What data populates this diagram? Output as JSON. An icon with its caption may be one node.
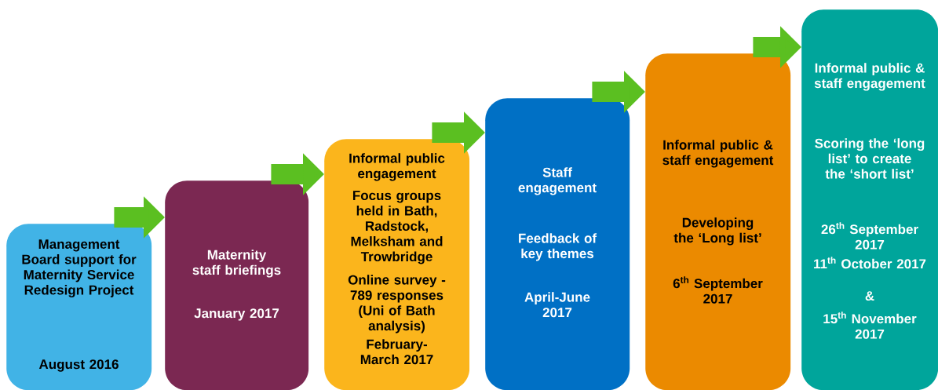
{
  "diagram": {
    "nodes": [
      {
        "text": [
          "Management Board support for Maternity Service Redesign Project",
          "August 2016"
        ]
      },
      {
        "text": [
          "Maternity staff briefings",
          "January 2017"
        ]
      },
      {
        "text": [
          "Informal public engagement",
          "Focus groups held in Bath, Radstock, Melksham and Trowbridge",
          "Online survey - 789 responses (Uni of Bath analysis)",
          "February- March 2017"
        ]
      },
      {
        "text": [
          "Staff engagement",
          "Feedback of key themes",
          "April-June 2017"
        ]
      },
      {
        "text": [
          "Informal public & staff engagement",
          "Developing the ‘Long list’",
          "6$^{th}$ September 2017"
        ]
      },
      {
        "text": [
          "Informal public & staff engagement",
          "Scoring the ‘long list’ to create the ‘short list’",
          "26$^{th}$ September 2017",
          "11$^{th}$ October 2017",
          "&",
          "15$^{th}$ November 2017"
        ]
      }
    ],
    "edges": [
      {
        "from": 0,
        "to": 1,
        "arrow": "to"
      },
      {
        "from": 1,
        "to": 2,
        "arrow": "to"
      },
      {
        "from": 2,
        "to": 3,
        "arrow": "to"
      },
      {
        "from": 3,
        "to": 4,
        "arrow": "to"
      },
      {
        "from": 4,
        "to": 5,
        "arrow": "to"
      }
    ]
  }
}
